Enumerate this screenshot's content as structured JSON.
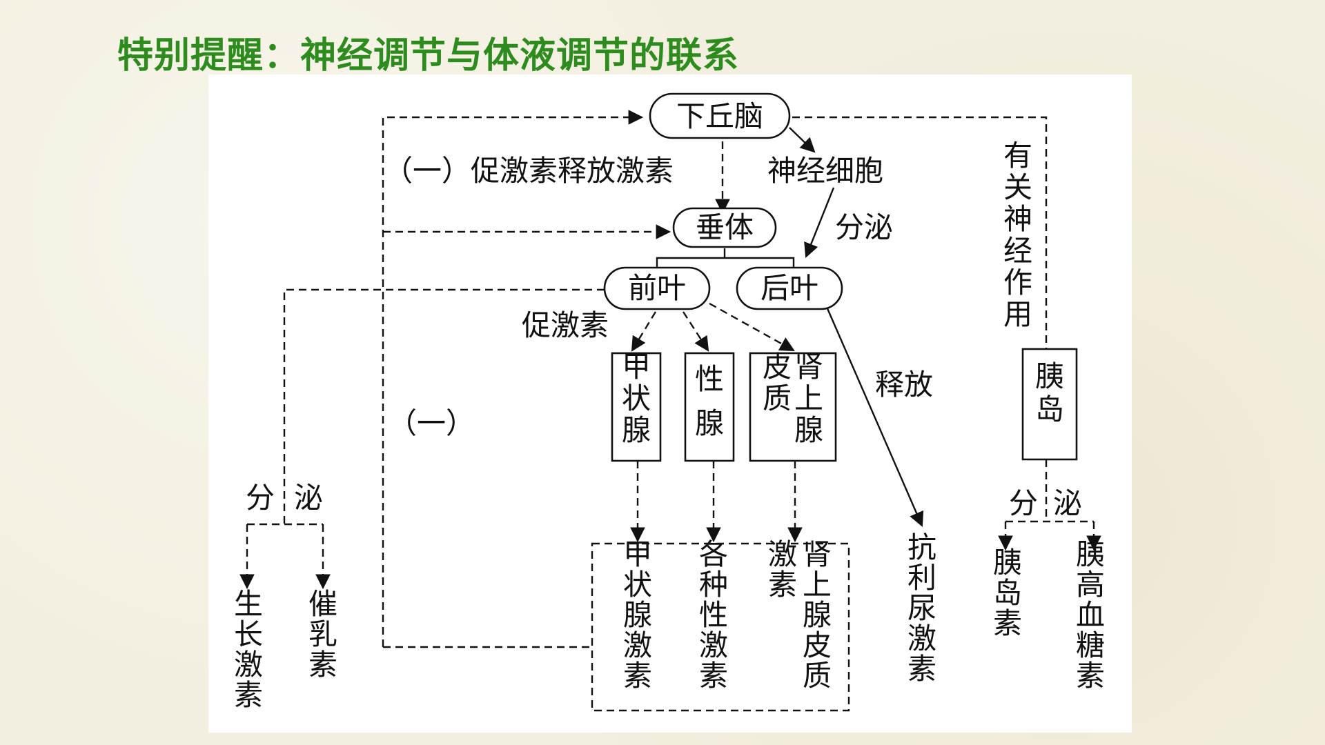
{
  "title": "特别提醒：神经调节与体液调节的联系",
  "diagram": {
    "hypothalamus": "下丘脑",
    "nerve_cells": "神经细胞",
    "releasing_hormone_label": "（一）促激素释放激素",
    "secrete_label": "分泌",
    "pituitary": "垂体",
    "anterior_lobe": "前叶",
    "posterior_lobe": "后叶",
    "tropic_hormone_label": "促激素",
    "release_label": "释放",
    "thyroid_gland": "甲状腺",
    "gonad": "性腺",
    "adrenal_cortex": "肾上腺皮质",
    "islet": "胰岛",
    "related_nerve_label": "有关神经作用",
    "feedback_label": "（一）",
    "secrete_left_1": "分",
    "secrete_left_2": "泌",
    "secrete_right_1": "分",
    "secrete_right_2": "泌",
    "growth_hormone": "生长激素",
    "prolactin": "催乳素",
    "thyroid_hormone": "甲状腺激素",
    "sex_hormones": "各种性激素",
    "adrenal_cortex_hormone": "肾上腺皮质激素",
    "adh": "抗利尿激素",
    "insulin": "胰岛素",
    "glucagon": "胰高血糖素"
  }
}
